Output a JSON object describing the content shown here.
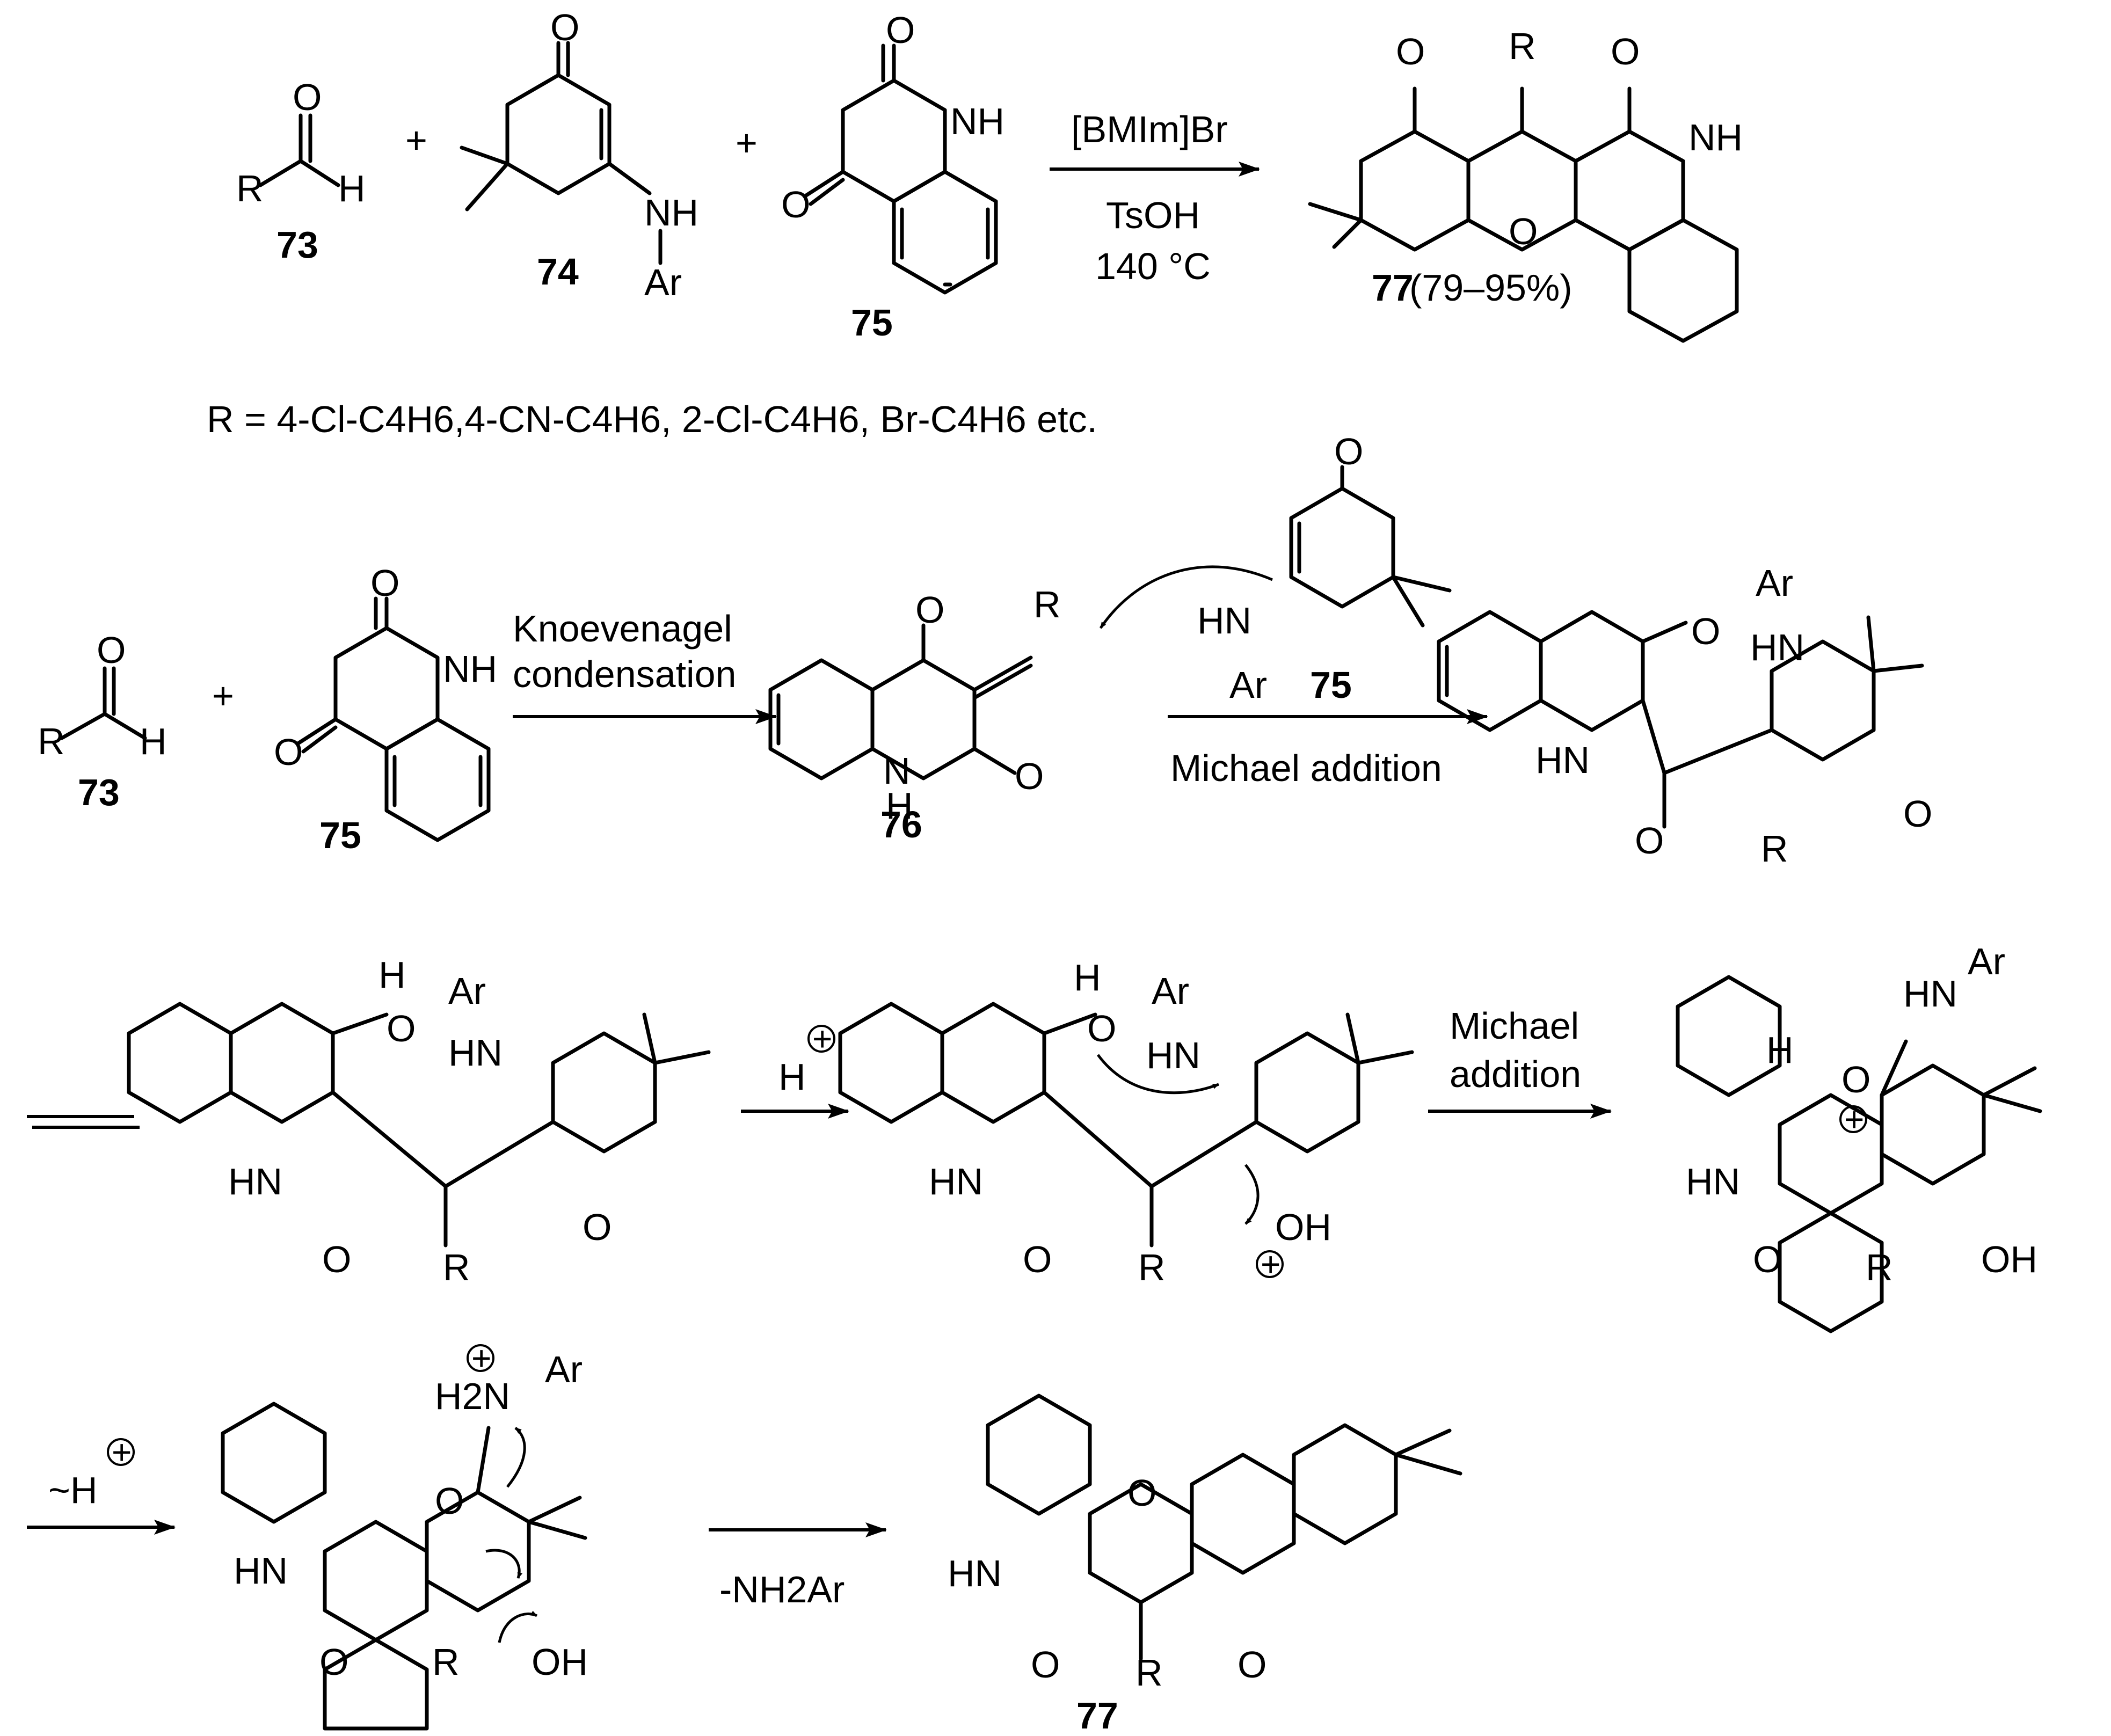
{
  "r_definition": "R = 4-Cl-C4H6,4-CN-C4H6, 2-Cl-C4H6, Br-C4H6 etc.",
  "compounds": {
    "c73": "73",
    "c74": "74",
    "c75": "75",
    "c76": "76",
    "c77": "77",
    "yield": "(79–95%)"
  },
  "reagents": {
    "catalyst": "[BMIm]Br",
    "acid": "TsOH",
    "temperature": "140 °C",
    "knoevenagel_1": "Knoevenagel",
    "knoevenagel_2": "condensation",
    "michael_addition": "Michael addition",
    "michael_1": "Michael",
    "michael_2": "addition",
    "proton": "H",
    "proton_shift": "~H",
    "elimination": "-NH2Ar"
  },
  "atoms": {
    "R": "R",
    "H": "H",
    "O": "O",
    "NH": "NH",
    "HN": "HN",
    "N": "N",
    "Ar": "Ar",
    "OH": "OH",
    "H2N": "H2N",
    "plus": "+"
  },
  "colors": {
    "ink": "#000000",
    "background": "#ffffff"
  }
}
